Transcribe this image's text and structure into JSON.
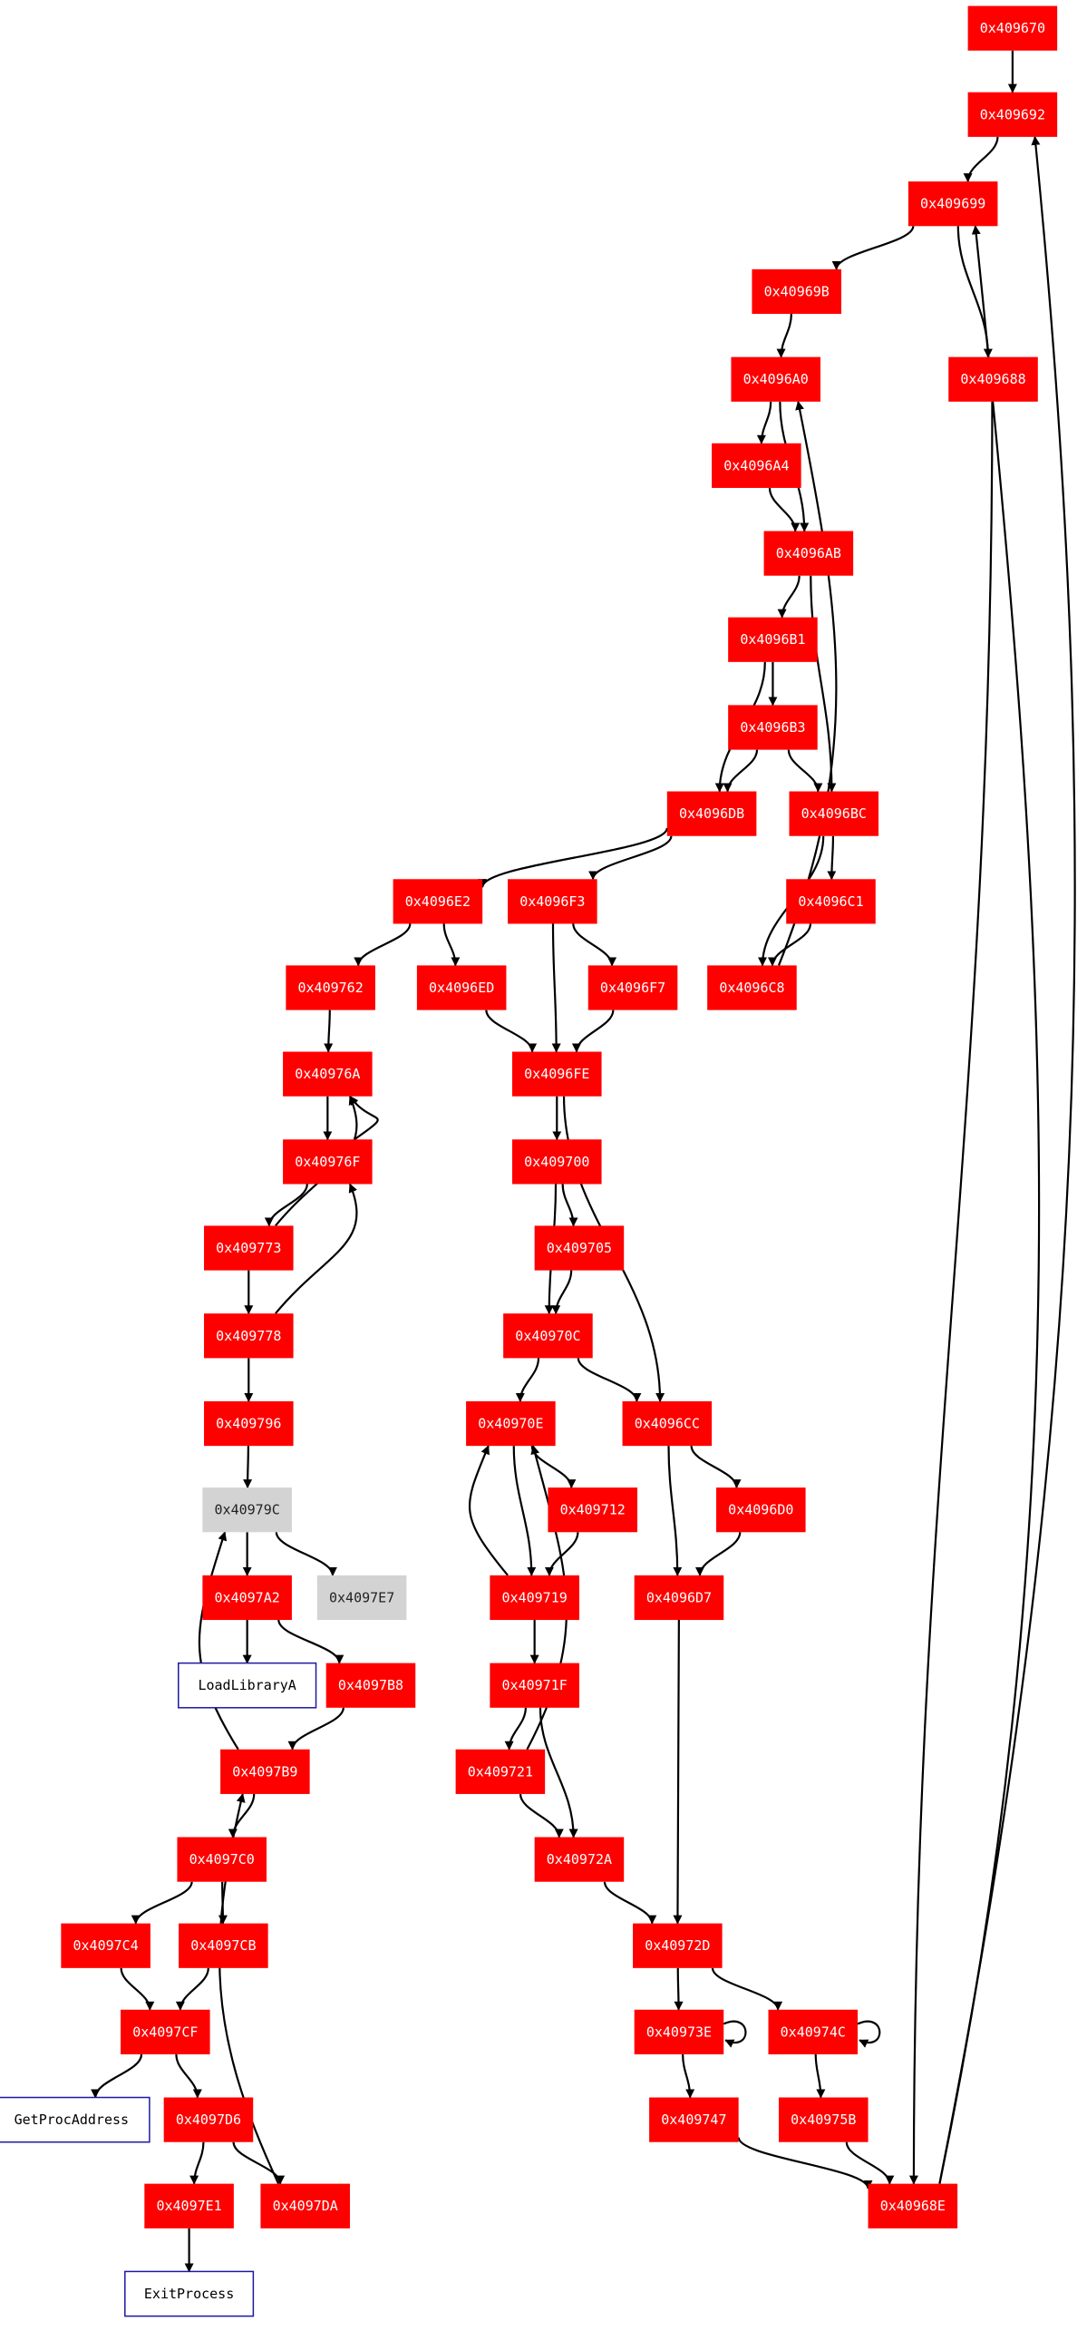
{
  "colors": {
    "block": "#ff0000",
    "block_text": "#ffffff",
    "unreached": "#d3d3d3",
    "unreached_text": "#222222",
    "import_border": "#1a1aa0",
    "import_text": "#000000",
    "edge": "#000000"
  },
  "nodes": [
    {
      "id": "n409670",
      "label": "0x409670",
      "kind": "block"
    },
    {
      "id": "n409692",
      "label": "0x409692",
      "kind": "block"
    },
    {
      "id": "n409699",
      "label": "0x409699",
      "kind": "block"
    },
    {
      "id": "n40969B",
      "label": "0x40969B",
      "kind": "block"
    },
    {
      "id": "n409688",
      "label": "0x409688",
      "kind": "block"
    },
    {
      "id": "n4096A0",
      "label": "0x4096A0",
      "kind": "block"
    },
    {
      "id": "n4096A4",
      "label": "0x4096A4",
      "kind": "block"
    },
    {
      "id": "n4096AB",
      "label": "0x4096AB",
      "kind": "block"
    },
    {
      "id": "n4096B1",
      "label": "0x4096B1",
      "kind": "block"
    },
    {
      "id": "n4096B3",
      "label": "0x4096B3",
      "kind": "block"
    },
    {
      "id": "n4096DB",
      "label": "0x4096DB",
      "kind": "block"
    },
    {
      "id": "n4096BC",
      "label": "0x4096BC",
      "kind": "block"
    },
    {
      "id": "n4096C1",
      "label": "0x4096C1",
      "kind": "block"
    },
    {
      "id": "n4096E2",
      "label": "0x4096E2",
      "kind": "block"
    },
    {
      "id": "n4096F3",
      "label": "0x4096F3",
      "kind": "block"
    },
    {
      "id": "n409762",
      "label": "0x409762",
      "kind": "block"
    },
    {
      "id": "n4096ED",
      "label": "0x4096ED",
      "kind": "block"
    },
    {
      "id": "n4096F7",
      "label": "0x4096F7",
      "kind": "block"
    },
    {
      "id": "n4096C8",
      "label": "0x4096C8",
      "kind": "block"
    },
    {
      "id": "n40976A",
      "label": "0x40976A",
      "kind": "block"
    },
    {
      "id": "n4096FE",
      "label": "0x4096FE",
      "kind": "block"
    },
    {
      "id": "n40976F",
      "label": "0x40976F",
      "kind": "block"
    },
    {
      "id": "n409700",
      "label": "0x409700",
      "kind": "block"
    },
    {
      "id": "n409773",
      "label": "0x409773",
      "kind": "block"
    },
    {
      "id": "n409705",
      "label": "0x409705",
      "kind": "block"
    },
    {
      "id": "n409778",
      "label": "0x409778",
      "kind": "block"
    },
    {
      "id": "n40970C",
      "label": "0x40970C",
      "kind": "block"
    },
    {
      "id": "n409796",
      "label": "0x409796",
      "kind": "block"
    },
    {
      "id": "n40970E",
      "label": "0x40970E",
      "kind": "block"
    },
    {
      "id": "n4096CC",
      "label": "0x4096CC",
      "kind": "block"
    },
    {
      "id": "n40979C",
      "label": "0x40979C",
      "kind": "unreached"
    },
    {
      "id": "n409712",
      "label": "0x409712",
      "kind": "block"
    },
    {
      "id": "n4096D0",
      "label": "0x4096D0",
      "kind": "block"
    },
    {
      "id": "n4097A2",
      "label": "0x4097A2",
      "kind": "block"
    },
    {
      "id": "n4097E7",
      "label": "0x4097E7",
      "kind": "unreached"
    },
    {
      "id": "n409719",
      "label": "0x409719",
      "kind": "block"
    },
    {
      "id": "n4096D7",
      "label": "0x4096D7",
      "kind": "block"
    },
    {
      "id": "nLoadLibraryA",
      "label": "LoadLibraryA",
      "kind": "import"
    },
    {
      "id": "n4097B8",
      "label": "0x4097B8",
      "kind": "block"
    },
    {
      "id": "n40971F",
      "label": "0x40971F",
      "kind": "block"
    },
    {
      "id": "n4097B9",
      "label": "0x4097B9",
      "kind": "block"
    },
    {
      "id": "n409721",
      "label": "0x409721",
      "kind": "block"
    },
    {
      "id": "n4097C0",
      "label": "0x4097C0",
      "kind": "block"
    },
    {
      "id": "n40972A",
      "label": "0x40972A",
      "kind": "block"
    },
    {
      "id": "n4097C4",
      "label": "0x4097C4",
      "kind": "block"
    },
    {
      "id": "n4097CB",
      "label": "0x4097CB",
      "kind": "block"
    },
    {
      "id": "n40972D",
      "label": "0x40972D",
      "kind": "block"
    },
    {
      "id": "n4097CF",
      "label": "0x4097CF",
      "kind": "block"
    },
    {
      "id": "n40973E",
      "label": "0x40973E",
      "kind": "block"
    },
    {
      "id": "n40974C",
      "label": "0x40974C",
      "kind": "block"
    },
    {
      "id": "nGetProcAddress",
      "label": "GetProcAddress",
      "kind": "import"
    },
    {
      "id": "n4097D6",
      "label": "0x4097D6",
      "kind": "block"
    },
    {
      "id": "n409747",
      "label": "0x409747",
      "kind": "block"
    },
    {
      "id": "n40975B",
      "label": "0x40975B",
      "kind": "block"
    },
    {
      "id": "n4097E1",
      "label": "0x4097E1",
      "kind": "block"
    },
    {
      "id": "n4097DA",
      "label": "0x4097DA",
      "kind": "block"
    },
    {
      "id": "n40968E",
      "label": "0x40968E",
      "kind": "block"
    },
    {
      "id": "nExitProcess",
      "label": "ExitProcess",
      "kind": "import"
    }
  ],
  "edges": [
    [
      "n409670",
      "n409692"
    ],
    [
      "n409692",
      "n409699"
    ],
    [
      "n409699",
      "n40969B"
    ],
    [
      "n409699",
      "n409688"
    ],
    [
      "n40969B",
      "n4096A0"
    ],
    [
      "n4096A0",
      "n4096A4"
    ],
    [
      "n4096A0",
      "n4096AB"
    ],
    [
      "n4096A4",
      "n4096AB"
    ],
    [
      "n4096AB",
      "n4096B1"
    ],
    [
      "n4096AB",
      "n4096BC"
    ],
    [
      "n4096B1",
      "n4096B3"
    ],
    [
      "n4096B1",
      "n4096DB"
    ],
    [
      "n4096B3",
      "n4096DB"
    ],
    [
      "n4096B3",
      "n4096BC"
    ],
    [
      "n4096BC",
      "n4096C1"
    ],
    [
      "n4096BC",
      "n4096C8"
    ],
    [
      "n4096C1",
      "n4096C8"
    ],
    [
      "n4096C8",
      "n4096A0"
    ],
    [
      "n4096DB",
      "n4096E2"
    ],
    [
      "n4096DB",
      "n4096F3"
    ],
    [
      "n4096E2",
      "n409762"
    ],
    [
      "n4096E2",
      "n4096ED"
    ],
    [
      "n4096F3",
      "n4096F7"
    ],
    [
      "n4096F3",
      "n4096FE"
    ],
    [
      "n4096ED",
      "n4096FE"
    ],
    [
      "n4096F7",
      "n4096FE"
    ],
    [
      "n409762",
      "n40976A"
    ],
    [
      "n40976A",
      "n40976F"
    ],
    [
      "n40976F",
      "n40976A"
    ],
    [
      "n40976F",
      "n409773"
    ],
    [
      "n409773",
      "n40976A"
    ],
    [
      "n409773",
      "n409778"
    ],
    [
      "n409778",
      "n40976F"
    ],
    [
      "n409778",
      "n409796"
    ],
    [
      "n409796",
      "n40979C"
    ],
    [
      "n40979C",
      "n4097A2"
    ],
    [
      "n40979C",
      "n4097E7"
    ],
    [
      "n4097A2",
      "nLoadLibraryA"
    ],
    [
      "n4097A2",
      "n4097B8"
    ],
    [
      "n4097B8",
      "n4097B9"
    ],
    [
      "n4097B9",
      "n40979C"
    ],
    [
      "n4097B9",
      "n4097C0"
    ],
    [
      "n4097C0",
      "n4097C4"
    ],
    [
      "n4097C0",
      "n4097CB"
    ],
    [
      "n4097C4",
      "n4097CF"
    ],
    [
      "n4097CB",
      "n4097CF"
    ],
    [
      "n4097CF",
      "nGetProcAddress"
    ],
    [
      "n4097CF",
      "n4097D6"
    ],
    [
      "n4097D6",
      "n4097E1"
    ],
    [
      "n4097D6",
      "n4097DA"
    ],
    [
      "n4097DA",
      "n4097B9"
    ],
    [
      "n4097E1",
      "nExitProcess"
    ],
    [
      "n4096FE",
      "n409700"
    ],
    [
      "n4096FE",
      "n4096CC"
    ],
    [
      "n409700",
      "n409705"
    ],
    [
      "n409700",
      "n40970C"
    ],
    [
      "n409705",
      "n40970C"
    ],
    [
      "n40970C",
      "n40970E"
    ],
    [
      "n40970C",
      "n4096CC"
    ],
    [
      "n40970E",
      "n409712"
    ],
    [
      "n40970E",
      "n409719"
    ],
    [
      "n409712",
      "n409719"
    ],
    [
      "n409719",
      "n40970E"
    ],
    [
      "n409719",
      "n40971F"
    ],
    [
      "n40971F",
      "n409721"
    ],
    [
      "n40971F",
      "n40972A"
    ],
    [
      "n409721",
      "n40970E"
    ],
    [
      "n409721",
      "n40972A"
    ],
    [
      "n40972A",
      "n40972D"
    ],
    [
      "n4096CC",
      "n4096D0"
    ],
    [
      "n4096CC",
      "n4096D7"
    ],
    [
      "n4096D0",
      "n4096D7"
    ],
    [
      "n4096D7",
      "n40972D"
    ],
    [
      "n40972D",
      "n40973E"
    ],
    [
      "n40972D",
      "n40974C"
    ],
    [
      "n40973E",
      "n40973E"
    ],
    [
      "n40974C",
      "n40974C"
    ],
    [
      "n40973E",
      "n409747"
    ],
    [
      "n40974C",
      "n40975B"
    ],
    [
      "n409747",
      "n40968E"
    ],
    [
      "n40975B",
      "n40968E"
    ],
    [
      "n409688",
      "n40968E"
    ],
    [
      "n40968E",
      "n409699"
    ],
    [
      "n40968E",
      "n409692"
    ]
  ]
}
